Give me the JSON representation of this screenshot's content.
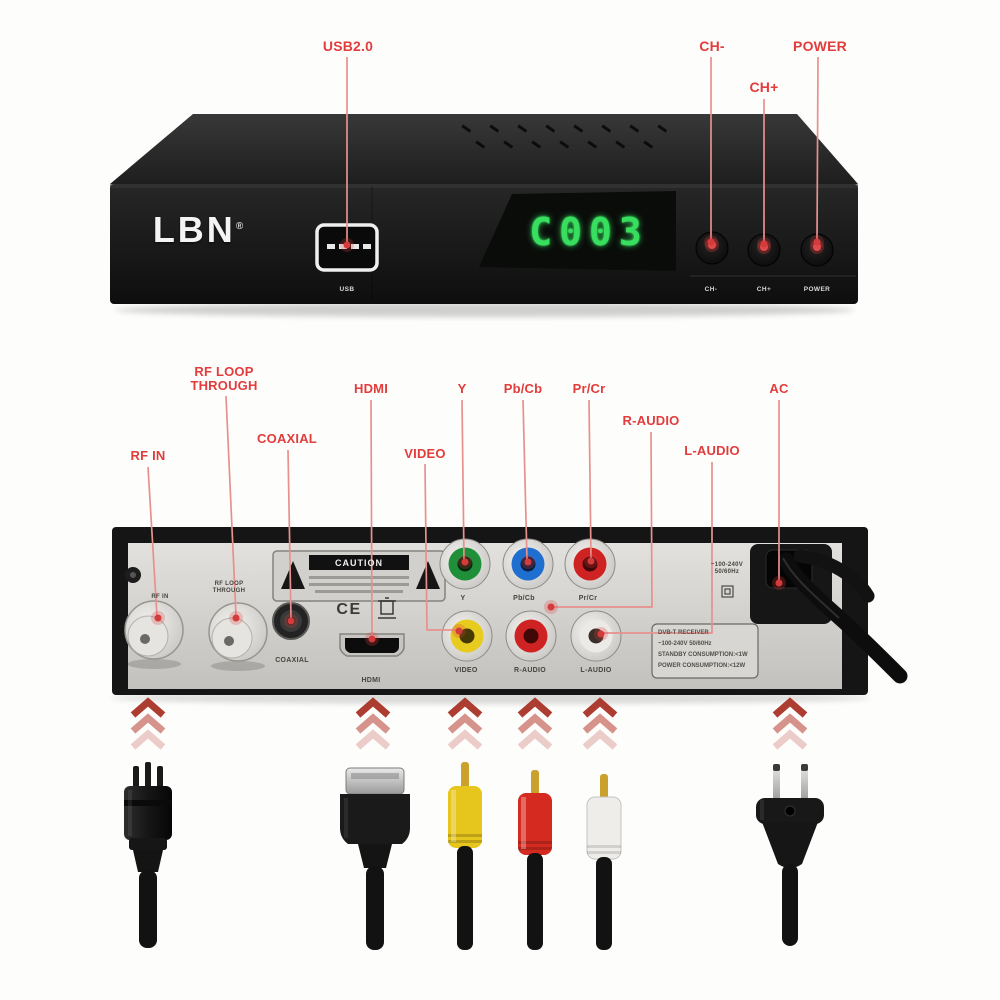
{
  "annotations": {
    "front": {
      "usb": "USB2.0",
      "ch_minus": "CH-",
      "ch_plus": "CH+",
      "power": "POWER"
    },
    "rear": {
      "rf_in": "RF IN",
      "rf_loop_line1": "RF LOOP",
      "rf_loop_line2": "THROUGH",
      "coaxial": "COAXIAL",
      "hdmi": "HDMI",
      "video": "VIDEO",
      "y": "Y",
      "pb_cb": "Pb/Cb",
      "pr_cr": "Pr/Cr",
      "r_audio": "R-AUDIO",
      "l_audio": "L-AUDIO",
      "ac": "AC"
    }
  },
  "front_panel": {
    "brand": "LBN",
    "brand_mark": "®",
    "usb_port_label": "USB",
    "display_value": "C003",
    "button_labels": {
      "ch_minus": "CH-",
      "ch_plus": "CH+",
      "power": "POWER"
    }
  },
  "rear_panel": {
    "port_labels": {
      "rf_in": "RF IN",
      "rf_loop_line1": "RF LOOP",
      "rf_loop_line2": "THROUGH",
      "coaxial": "COAXIAL",
      "hdmi": "HDMI",
      "y": "Y",
      "pb_cb": "Pb/Cb",
      "pr_cr": "Pr/Cr",
      "video": "VIDEO",
      "r_audio": "R-AUDIO",
      "l_audio": "L-AUDIO"
    },
    "caution_label": "CAUTION",
    "ce_mark": "CE",
    "voltage_line1": "~100-240V",
    "voltage_line2": "50/60Hz",
    "spec_label_lines": [
      "DVB-T RECEIVER",
      "~100-240V 50/60Hz",
      "STANDBY CONSUMPTION:<1W",
      "POWER CONSUMPTION:<12W"
    ]
  },
  "colors": {
    "annotation_red": "#e23c3c",
    "leader_line_pink": "#e8908e",
    "display_green": "#38df5f",
    "jack_y_green": "#1f8f3a",
    "jack_pb_blue": "#1f6fd0",
    "jack_pr_red": "#cf2323",
    "jack_video_yellow": "#e8cb1f",
    "jack_r_audio_red": "#cf2323",
    "jack_l_audio_white": "#eceae6"
  }
}
